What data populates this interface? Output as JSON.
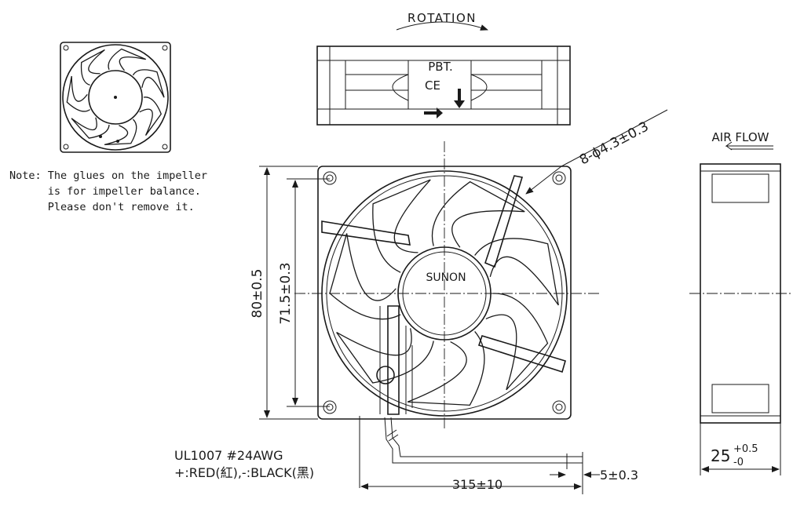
{
  "labels": {
    "rotation": "ROTATION",
    "air_flow": "AIR FLOW",
    "pbt": "PBT.",
    "ce": "CE",
    "brand": "SUNON",
    "hole_spec": "8-ϕ4.3±0.3",
    "dim_outer": "80±0.5",
    "dim_holes": "71.5±0.3",
    "dim_depth_base": "25",
    "dim_depth_tol_plus": "+0.5",
    "dim_depth_tol_minus": "-0",
    "dim_lead": "315±10",
    "dim_strip": "5±0.3"
  },
  "note": {
    "line1": "Note: The glues on the impeller",
    "line2": "      is for impeller balance.",
    "line3": "      Please don't remove it."
  },
  "wire": {
    "gauge": "UL1007 #24AWG",
    "polarity": "+:RED(紅),-:BLACK(黑)"
  }
}
